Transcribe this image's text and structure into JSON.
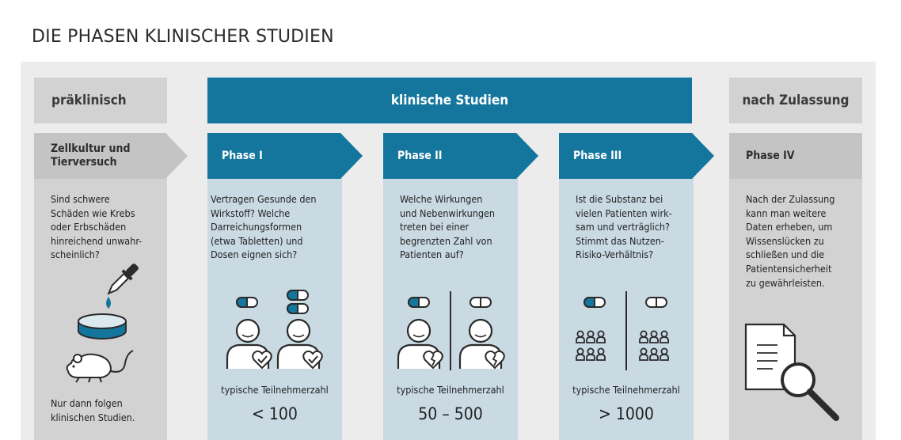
{
  "title": "DIE PHASEN KLINISCHER STUDIEN",
  "headers": {
    "preclinical": "präklinisch",
    "clinical": "klinische Studien",
    "post": "nach Zulassung"
  },
  "phases": [
    {
      "label": "Zellkultur und\nTierversuch",
      "text": "Sind schwere\nSchäden wie Krebs\noder Erbschäden\nhinreichend unwahr-\nscheinlich?",
      "footer": "Nur dann folgen\nklinischen Studien."
    },
    {
      "label": "Phase I",
      "text": "Vertragen Gesunde den\nWirkstoff? Welche\nDarreichungsformen\n(etwa Tabletten) und\nDosen eignen sich?",
      "participants_label": "typische Teilnehmerzahl",
      "participants": "< 100"
    },
    {
      "label": "Phase II",
      "text": "Welche Wirkungen\nund Nebenwirkungen\ntreten bei einer\nbegrenzten Zahl von\nPatienten auf?",
      "participants_label": "typische Teilnehmerzahl",
      "participants": "50 – 500"
    },
    {
      "label": "Phase III",
      "text": "Ist die Substanz bei\nvielen Patienten wirk-\nsam und verträglich?\nStimmt das Nutzen-\nRisiko-Verhältnis?",
      "participants_label": "typische Teilnehmerzahl",
      "participants": "> 1000"
    },
    {
      "label": "Phase IV",
      "text": "Nach der Zulassung\nkann man weitere\nDaten erheben, um\nWissenslücken zu\nschließen und die\nPatientensicherheit\nzu gewährleisten."
    }
  ],
  "colors": {
    "blue": "#14769d",
    "light_blue": "#c9dae3",
    "grey": "#d2d2d2",
    "panel": "#ececec"
  },
  "icons": [
    "pipette-icon",
    "petri-dish-icon",
    "mouse-icon",
    "capsule-icon",
    "person-icon",
    "heart-check-icon",
    "broken-heart-icon",
    "group-icon",
    "document-icon",
    "magnifier-icon"
  ]
}
